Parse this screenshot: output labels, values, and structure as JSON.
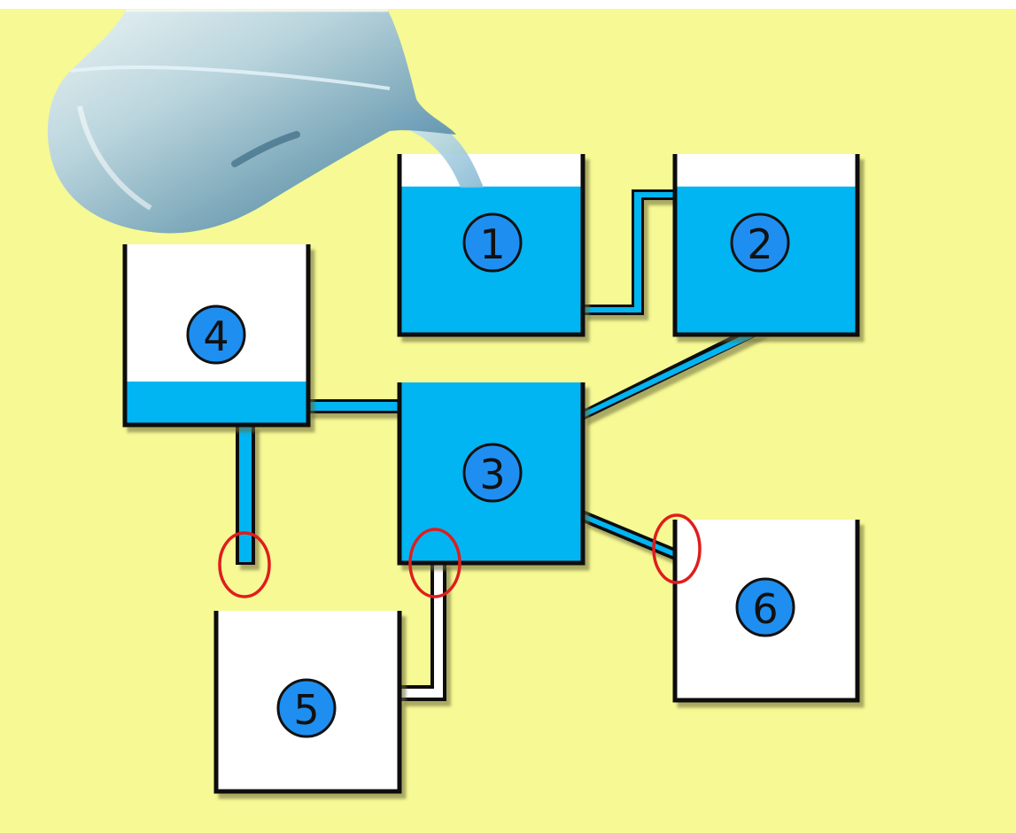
{
  "colors": {
    "background": "#f6f994",
    "water": "#00b5f2",
    "tank_empty": "#ffffff",
    "outline": "#111111",
    "highlight_circle": "#e01d1d",
    "label_fill": "#1e8ff0"
  },
  "tanks": [
    {
      "id": "1",
      "label": "1",
      "water_level": 0.82
    },
    {
      "id": "2",
      "label": "2",
      "water_level": 0.82
    },
    {
      "id": "3",
      "label": "3",
      "water_level": 1.0
    },
    {
      "id": "4",
      "label": "4",
      "water_level": 0.24
    },
    {
      "id": "5",
      "label": "5",
      "water_level": 0.0
    },
    {
      "id": "6",
      "label": "6",
      "water_level": 0.0
    }
  ],
  "pitcher": {
    "icon": "water-pitcher-icon"
  }
}
